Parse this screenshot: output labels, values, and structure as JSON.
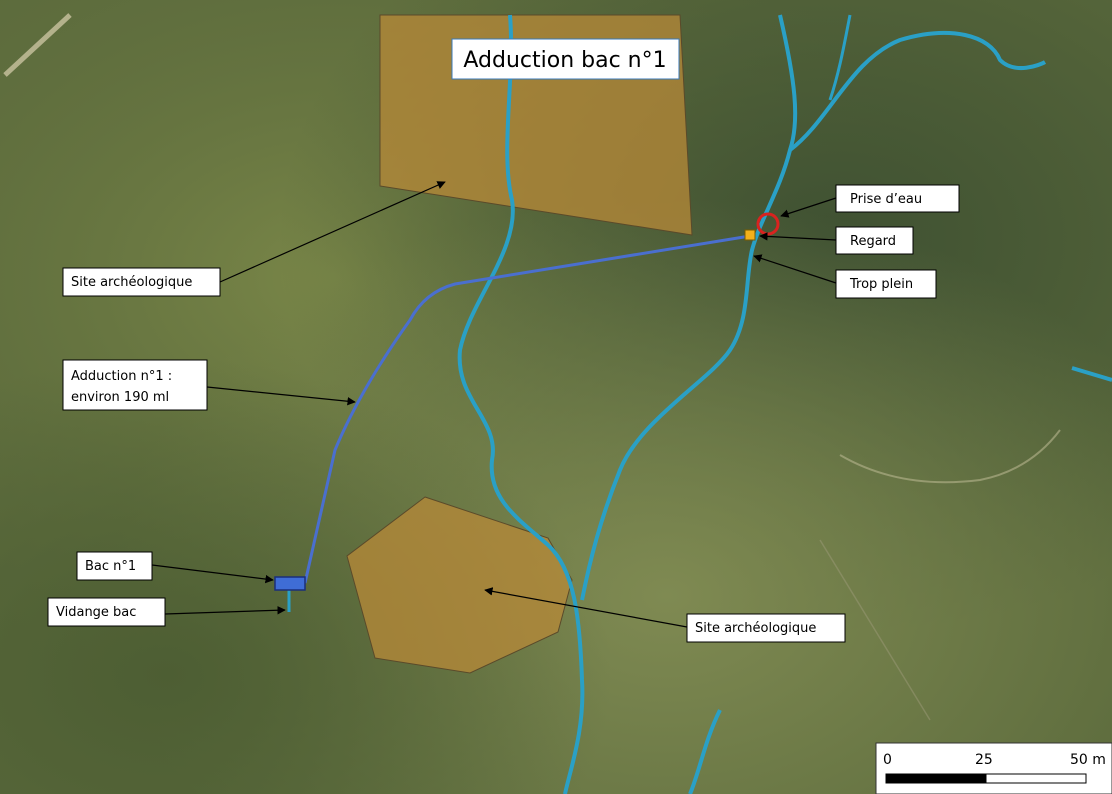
{
  "title": "Adduction bac n°1",
  "labels": {
    "prise_eau": "Prise d’eau",
    "regard": "Regard",
    "trop_plein": "Trop plein",
    "site_archeo_north": "Site archéologique",
    "adduction_line1": "Adduction n°1 :",
    "adduction_line2": "environ 190 ml",
    "bac": "Bac n°1",
    "vidange": "Vidange bac",
    "site_archeo_south": "Site archéologique"
  },
  "scale_bar": {
    "ticks": [
      "0",
      "25",
      "50 m"
    ]
  },
  "colors": {
    "aerial_base": "#5b6a3c",
    "archaeological_site_fill": "#b88a38",
    "pipe_line": "#4a6fcf",
    "stream": "#2aa0c6",
    "prise_eau_ring": "#d9231f",
    "regard_square": "#f3b01b",
    "bac_fill": "#3f6dd6"
  }
}
